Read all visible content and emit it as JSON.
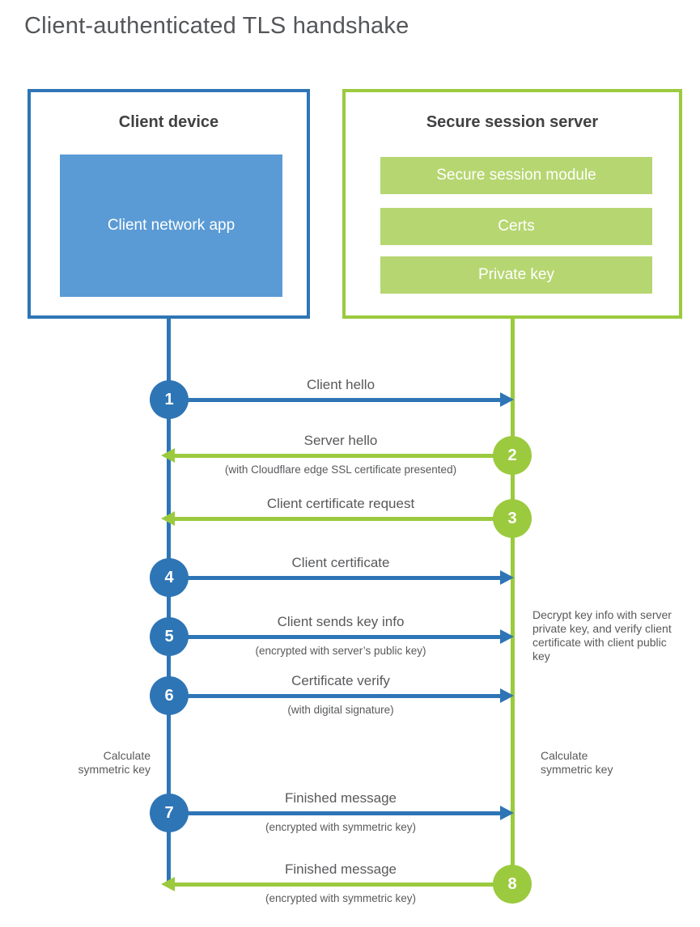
{
  "page_title": "Client-authenticated TLS handshake",
  "colors": {
    "client_accent": "#2e75b6",
    "client_fill": "#5b9bd5",
    "server_accent": "#9bca3e",
    "server_fill": "#b6d671",
    "text_dark": "#414042",
    "text_gray": "#58595b"
  },
  "client": {
    "title": "Client device",
    "app_label": "Client network app"
  },
  "server": {
    "title": "Secure session server",
    "modules": [
      "Secure session module",
      "Certs",
      "Private key"
    ]
  },
  "steps": [
    {
      "num": "1",
      "actor": "client",
      "direction": "right",
      "label": "Client hello",
      "sub": ""
    },
    {
      "num": "2",
      "actor": "server",
      "direction": "left",
      "label": "Server hello",
      "sub": "(with Cloudflare edge SSL certificate presented)"
    },
    {
      "num": "3",
      "actor": "server",
      "direction": "left",
      "label": "Client certificate request",
      "sub": ""
    },
    {
      "num": "4",
      "actor": "client",
      "direction": "right",
      "label": "Client certificate",
      "sub": ""
    },
    {
      "num": "5",
      "actor": "client",
      "direction": "right",
      "label": "Client sends key info",
      "sub": "(encrypted with server’s public key)"
    },
    {
      "num": "6",
      "actor": "client",
      "direction": "right",
      "label": "Certificate verify",
      "sub": "(with digital signature)"
    },
    {
      "num": "7",
      "actor": "client",
      "direction": "right",
      "label": "Finished message",
      "sub": "(encrypted with symmetric key)"
    },
    {
      "num": "8",
      "actor": "server",
      "direction": "left",
      "label": "Finished message",
      "sub": "(encrypted with symmetric key)"
    }
  ],
  "notes": {
    "decrypt": "Decrypt key info with server private key, and verify client certificate with client public key",
    "calc_left": "Calculate symmetric key",
    "calc_right": "Calculate symmetric key"
  }
}
